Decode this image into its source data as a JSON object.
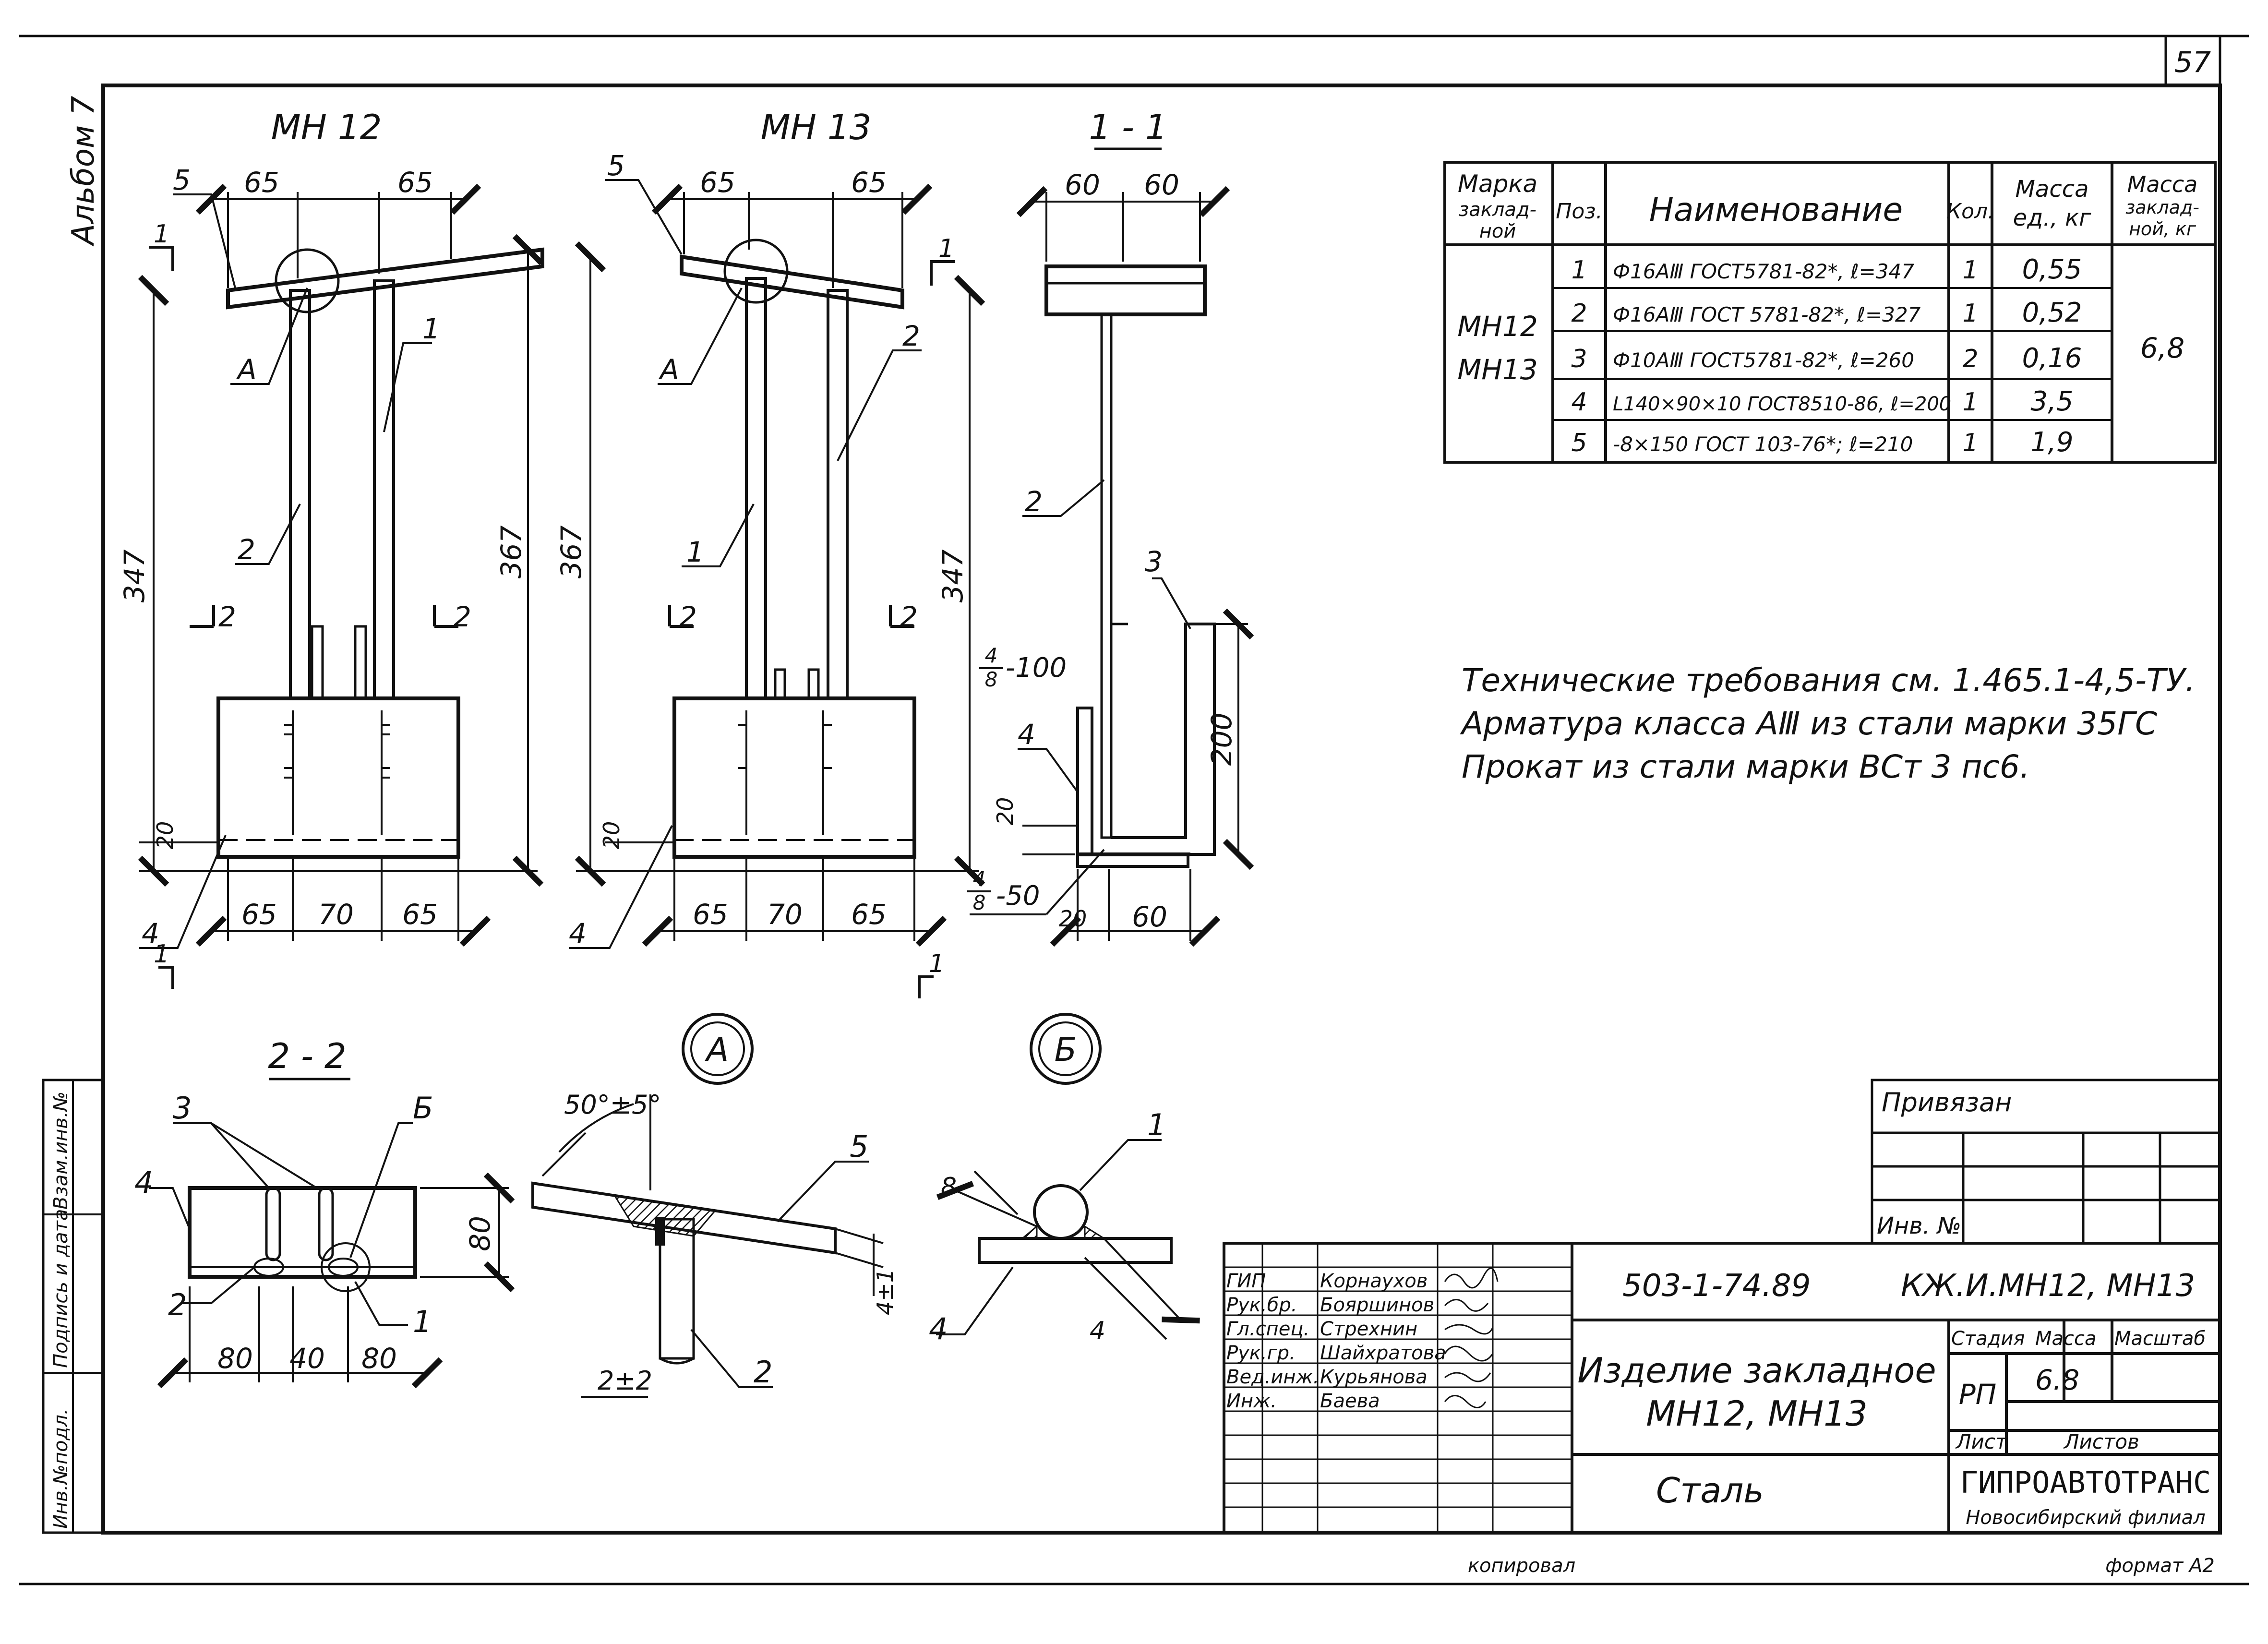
{
  "sheet": {
    "page_number": "57",
    "album": "Альбом 7",
    "side_stamp": [
      "Инв.№подл.",
      "Подпись и дата",
      "Взам.инв.№"
    ]
  },
  "views": {
    "mn12": {
      "title": "МН 12",
      "dims": {
        "top_left": "65",
        "top_right": "65",
        "height_left": "347",
        "height_right": "367",
        "bottom_a": "65",
        "bottom_b": "70",
        "bottom_c": "65",
        "edge": "20"
      },
      "labels": {
        "pos5": "5",
        "detail_a": "А",
        "pos1": "1",
        "pos2": "2",
        "pos4": "4",
        "cut1": "1",
        "cut2": "2"
      }
    },
    "mn13": {
      "title": "МН 13",
      "dims": {
        "top_left": "65",
        "top_right": "65",
        "height_left": "367",
        "height_right": "347",
        "bottom_a": "65",
        "bottom_b": "70",
        "bottom_c": "65",
        "edge": "20"
      },
      "labels": {
        "pos5": "5",
        "detail_a": "А",
        "pos1": "1",
        "pos2": "2",
        "pos4": "4",
        "cut1": "1",
        "cut2": "2"
      }
    },
    "section11": {
      "title": "1 - 1",
      "dims": {
        "top_a": "60",
        "top_b": "60",
        "h200": "200",
        "edge": "20",
        "bot_a": "20",
        "bot_b": "60"
      },
      "weld_top": {
        "num": "4",
        "den": "8",
        "len": "-100"
      },
      "weld_bot": {
        "num": "4",
        "den": "8",
        "len": "-50"
      },
      "labels": {
        "pos2": "2",
        "pos3": "3",
        "pos4": "4"
      }
    },
    "section22": {
      "title": "2 - 2",
      "dims": {
        "a": "80",
        "b": "40",
        "c": "80",
        "h": "80"
      },
      "labels": {
        "pos3": "3",
        "detail_b": "Б",
        "pos4": "4",
        "pos2": "2",
        "pos1": "1"
      }
    },
    "detailA": {
      "marker": "А",
      "angle": "50°±5°",
      "gap": "2±2",
      "tol": "4±1",
      "labels": {
        "pos5": "5",
        "pos2": "2"
      }
    },
    "detailB": {
      "marker": "Б",
      "dims": {
        "a": "8",
        "b": "4"
      },
      "labels": {
        "pos1": "1",
        "pos4": "4"
      }
    }
  },
  "spec_table": {
    "headers": {
      "mark": [
        "Марка",
        "заклад-",
        "ной"
      ],
      "pos": "Поз.",
      "name": "Наименование",
      "qty": "Кол.",
      "mass_unit": [
        "Масса",
        "ед., кг"
      ],
      "mass_total": [
        "Масса",
        "заклад-",
        "ной, кг"
      ]
    },
    "marks": [
      "МН12",
      "МН13"
    ],
    "mass_total": "6,8",
    "rows": [
      {
        "pos": "1",
        "name": "Ф16АⅢ ГОСТ5781-82*, ℓ=347",
        "qty": "1",
        "mass": "0,55"
      },
      {
        "pos": "2",
        "name": "Ф16АⅢ ГОСТ 5781-82*, ℓ=327",
        "qty": "1",
        "mass": "0,52"
      },
      {
        "pos": "3",
        "name": "Ф10АⅢ ГОСТ5781-82*, ℓ=260",
        "qty": "2",
        "mass": "0,16"
      },
      {
        "pos": "4",
        "name": "L140×90×10 ГОСТ8510-86, ℓ=200",
        "qty": "1",
        "mass": "3,5"
      },
      {
        "pos": "5",
        "name": "-8×150 ГОСТ 103-76*; ℓ=210",
        "qty": "1",
        "mass": "1,9"
      }
    ]
  },
  "notes": [
    "Технические требования см. 1.465.1-4,5-ТУ.",
    "Арматура класса АⅢ из стали марки 35ГС",
    "Прокат из стали марки ВСт 3 пс6."
  ],
  "privyazan": {
    "title": "Привязан",
    "inv": "Инв. №"
  },
  "title_block": {
    "code": "503-1-74.89",
    "sheet_code": "КЖ.И.МН12, МН13",
    "staff": [
      {
        "role": "ГИП",
        "name": "Корнаухов"
      },
      {
        "role": "Рук.бр.",
        "name": "Бояршинов"
      },
      {
        "role": "Гл.спец.",
        "name": "Стрехнин"
      },
      {
        "role": "Рук.гр.",
        "name": "Шайхратова"
      },
      {
        "role": "Вед.инж.",
        "name": "Курьянова"
      },
      {
        "role": "Инж.",
        "name": "Баева"
      }
    ],
    "item_title": [
      "Изделие закладное",
      "МН12, МН13"
    ],
    "material": "Сталь",
    "stage_label": "Стадия",
    "mass_label": "Масса",
    "scale_label": "Масштаб",
    "stage": "РП",
    "mass": "6.8",
    "sheet_label": "Лист",
    "sheets_label": "Листов",
    "org": "ГИПРОАВТОТРАНС",
    "branch": "Новосибирский филиал"
  },
  "footer": {
    "left": "копировал",
    "right": "формат А2"
  }
}
